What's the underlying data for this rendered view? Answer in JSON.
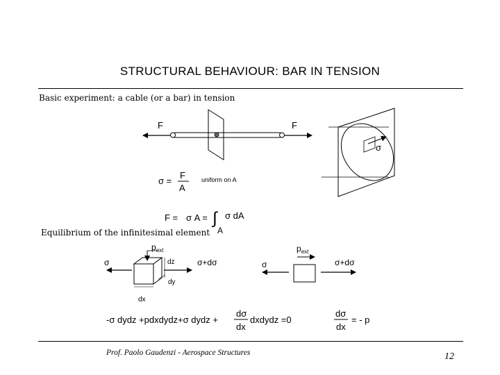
{
  "header": {
    "title": "STRUCTURAL BEHAVIOUR: BAR IN TENSION"
  },
  "sections": {
    "basic": "Basic experiment: a cable (or a bar) in tension",
    "equilibrium": "Equilibrium of the infinitesimal element"
  },
  "bar_diagram": {
    "force_left": "F",
    "force_right": "F",
    "sigma": "σ"
  },
  "formulas": {
    "stress_lhs": "σ =",
    "stress_num": "F",
    "stress_den": "A",
    "stress_note": "uniform on A",
    "force_lhs": "F =",
    "force_mid": "σ A =",
    "force_int": "∫",
    "force_integrand": "σ dA",
    "force_sub": "A"
  },
  "element_diagram": {
    "p_ext": "p",
    "p_ext_sub": "ext",
    "sigma": "σ",
    "sigma_plus": "σ+dσ",
    "dz": "dz",
    "dy": "dy",
    "dx": "dx"
  },
  "simple_element": {
    "p_ext": "p",
    "p_ext_sub": "ext",
    "sigma": "σ",
    "sigma_plus": "σ+dσ"
  },
  "equations": {
    "eq1_left": "-σ dydz +pdxdydz+σ dydz +",
    "eq1_num": "dσ",
    "eq1_den": "dx",
    "eq1_right": "dxdydz =0",
    "eq2_num": "dσ",
    "eq2_den": "dx",
    "eq2_right": "= - p"
  },
  "footer": {
    "author": "Prof. Paolo Gaudenzi  -  Aerospace Structures",
    "page_number": "12"
  }
}
